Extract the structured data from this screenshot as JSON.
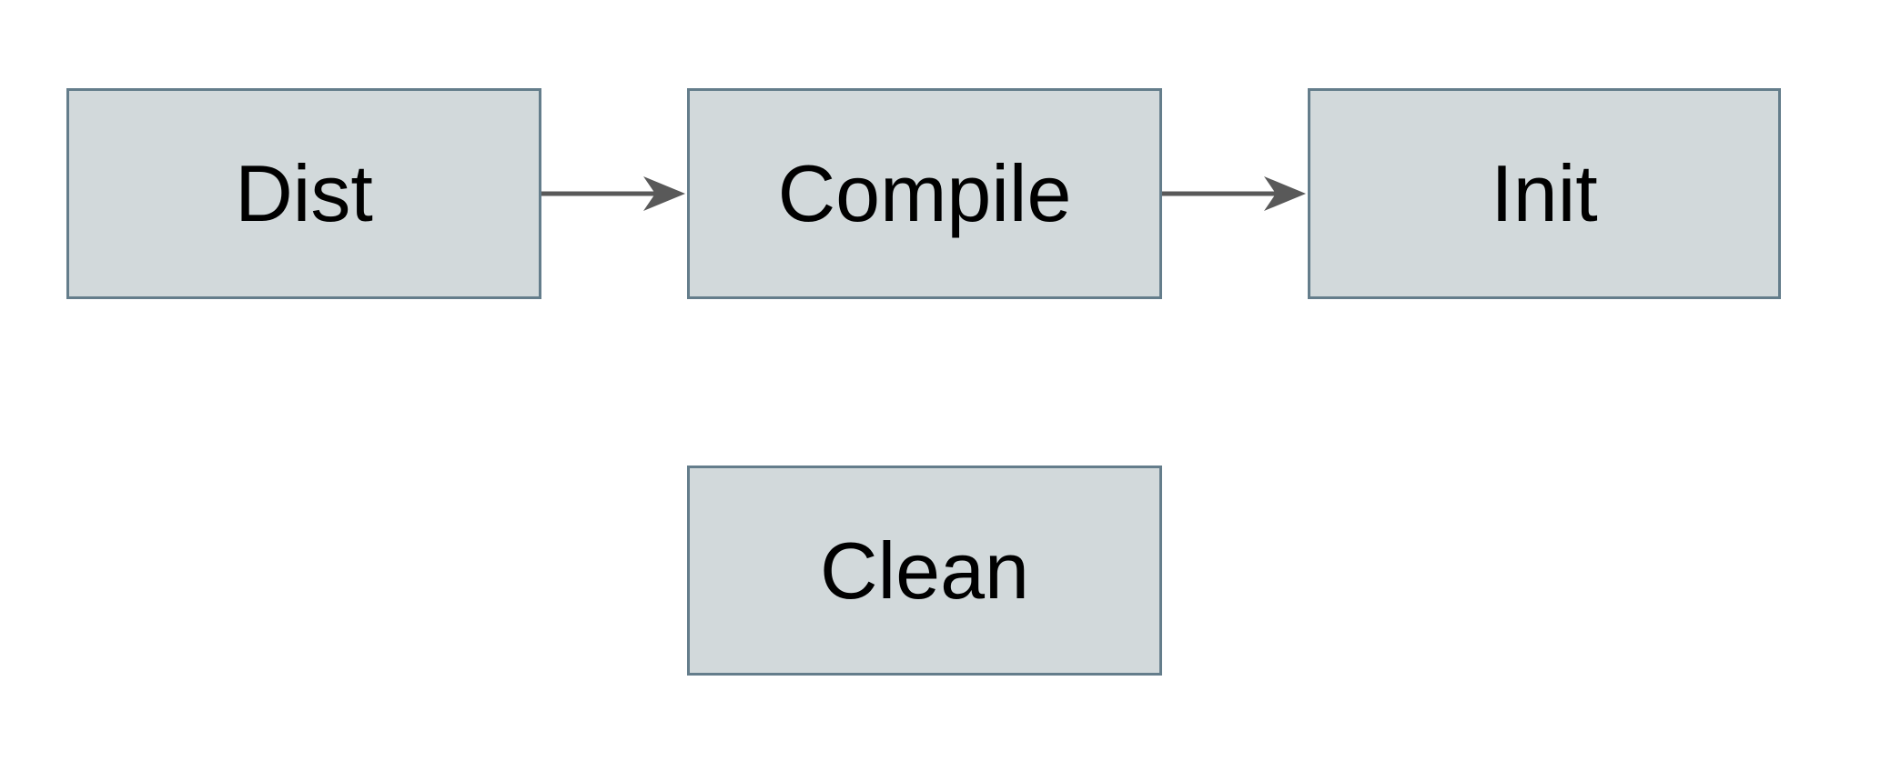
{
  "diagram": {
    "type": "flowchart",
    "nodes": [
      {
        "id": "dist",
        "label": "Dist"
      },
      {
        "id": "compile",
        "label": "Compile"
      },
      {
        "id": "init",
        "label": "Init"
      },
      {
        "id": "clean",
        "label": "Clean"
      }
    ],
    "edges": [
      {
        "from": "Dist",
        "to": "Compile",
        "style": "arrow"
      },
      {
        "from": "Compile",
        "to": "Init",
        "style": "arrow"
      }
    ],
    "colors": {
      "node_fill": "#d2d9db",
      "node_border": "#647d8b",
      "arrow": "#595959",
      "label_text": "#000000",
      "background": "#ffffff"
    }
  }
}
